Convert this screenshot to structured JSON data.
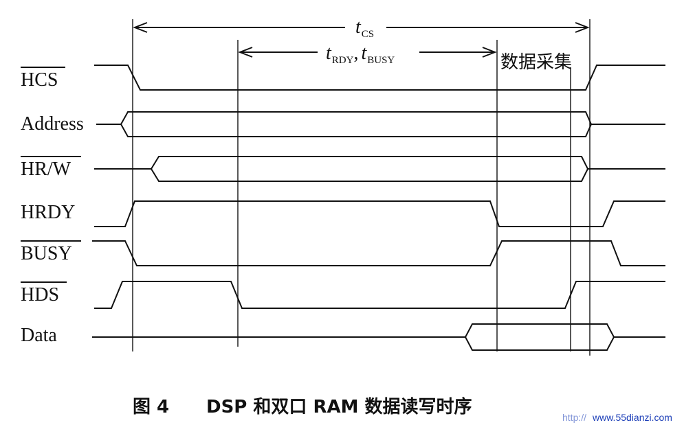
{
  "signals": {
    "hcs": "HCS",
    "address": "Address",
    "hrw": "HR/W",
    "hrdy": "HRDY",
    "busy": "BUSY",
    "hds": "HDS",
    "data": "Data"
  },
  "timing": {
    "tcs_main": "t",
    "tcs_sub": "CS",
    "trdy_main": "t",
    "trdy_sub": "RDY",
    "comma": ",",
    "tbusy_main": "t",
    "tbusy_sub": "BUSY",
    "collect": "数据采集"
  },
  "caption": {
    "figure": "图 4",
    "title": "DSP 和双口 RAM 数据读写时序"
  },
  "watermark": {
    "prefix": "http://",
    "site": "www.55dianzi.com"
  }
}
